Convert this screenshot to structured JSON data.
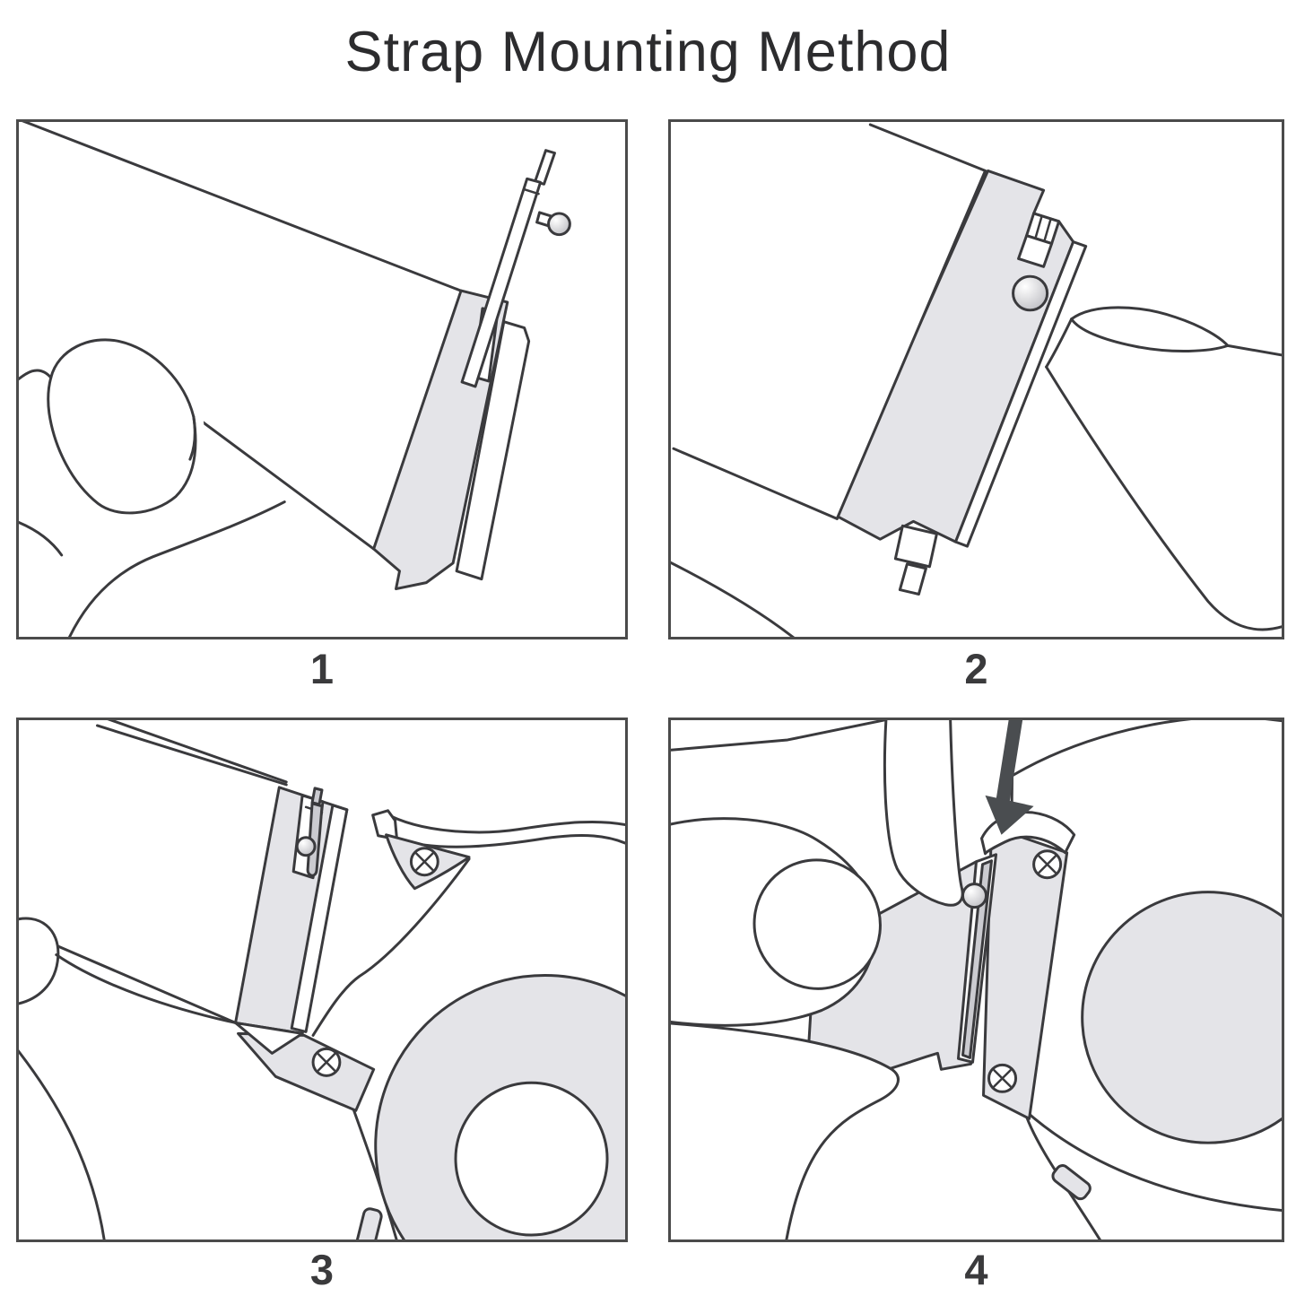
{
  "title": "Strap Mounting Method",
  "colors": {
    "background": "#ffffff",
    "line": "#3a3a3d",
    "panel_border": "#4b4b4b",
    "shade": "#e4e4e8",
    "shade_dark": "#cbcbd0",
    "arrow": "#4a4d50",
    "text": "#2c2c2e",
    "number": "#3a3a3c"
  },
  "panels": [
    {
      "number": "1",
      "illustration": "hand-holding-strap-with-quick-release-spring-bar"
    },
    {
      "number": "2",
      "illustration": "fingernail-pulling-quick-release-knob-on-strap-end"
    },
    {
      "number": "3",
      "illustration": "aligning-strap-end-pin-with-watch-lugs"
    },
    {
      "number": "4",
      "illustration": "finger-pressing-strap-into-lugs-with-arrow"
    }
  ]
}
